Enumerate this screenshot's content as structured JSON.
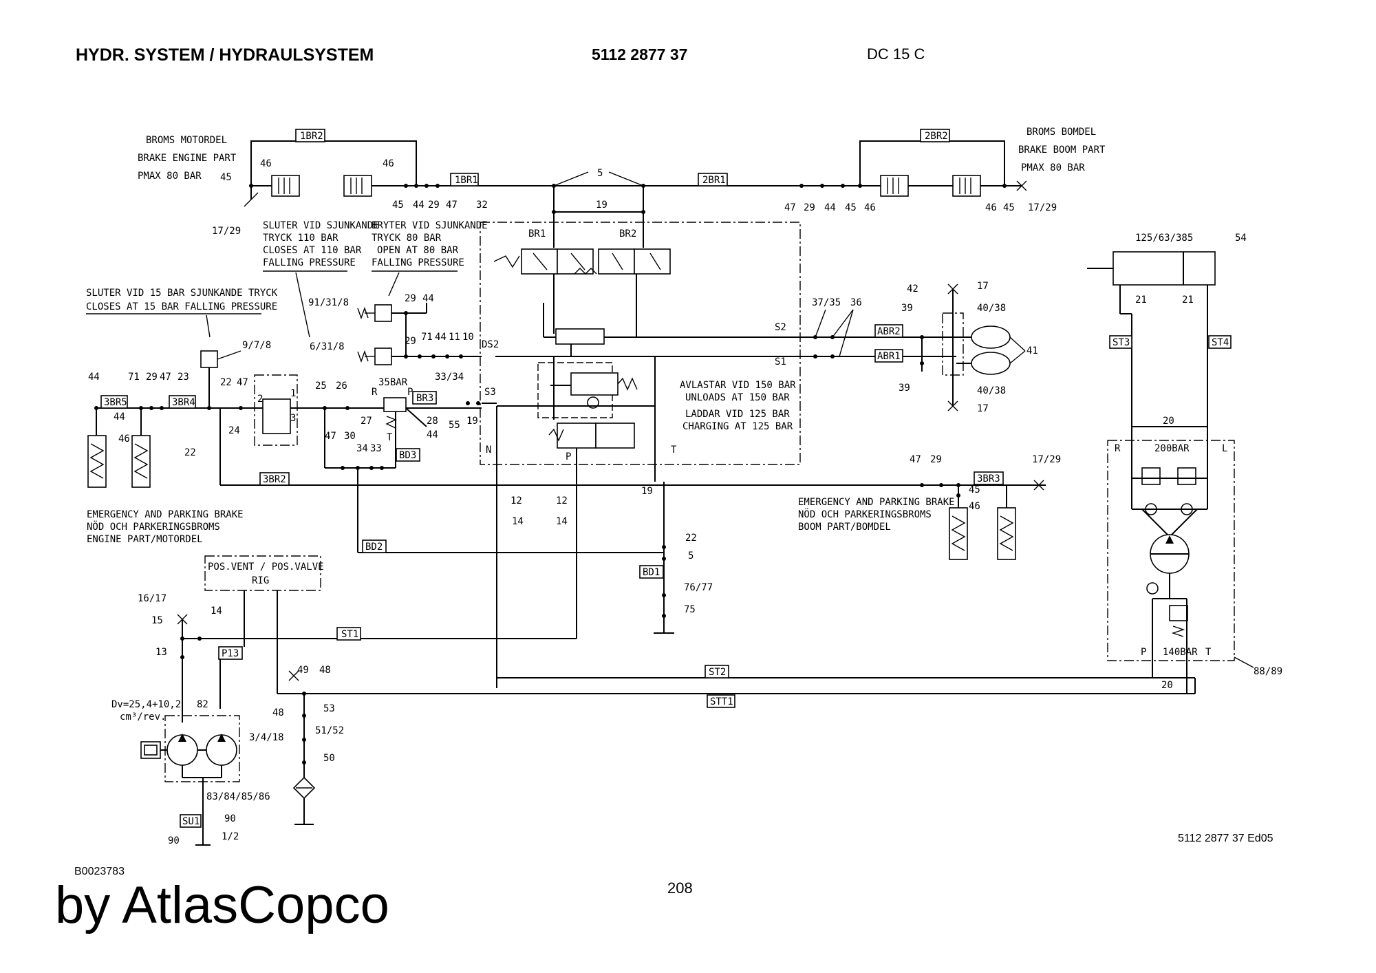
{
  "header": {
    "title": "HYDR. SYSTEM / HYDRAULSYSTEM",
    "part_number": "5112 2877 37",
    "model": "DC 15 C"
  },
  "footer": {
    "drawing_id": "B0023783",
    "brand": "by AtlasCopco",
    "page": "208",
    "edition": "5112 2877 37 Ed05"
  },
  "notes": {
    "brake_engine": [
      "BROMS MOTORDEL",
      "BRAKE ENGINE PART",
      "PMAX 80 BAR"
    ],
    "brake_boom": [
      "BROMS BOMDEL",
      "BRAKE BOOM PART",
      "PMAX 80 BAR"
    ],
    "switch_110": [
      "SLUTER VID SJUNKANDE",
      "TRYCK 110 BAR",
      "CLOSES AT 110 BAR",
      "FALLING PRESSURE"
    ],
    "switch_80": [
      "BRYTER VID SJUNKANDE",
      "TRYCK 80 BAR",
      "OPEN AT 80 BAR",
      "FALLING PRESSURE"
    ],
    "switch_15": [
      "SLUTER VID 15 BAR SJUNKANDE TRYCK",
      "CLOSES AT 15 BAR FALLING PRESSURE"
    ],
    "unload": [
      "AVLASTAR VID 150 BAR",
      "UNLOADS AT 150 BAR",
      "LADDAR VID 125 BAR",
      "CHARGING AT 125 BAR"
    ],
    "emergency_engine": [
      "EMERGENCY AND PARKING BRAKE",
      "NÖD OCH PARKERINGSBROMS",
      "ENGINE PART/MOTORDEL"
    ],
    "emergency_boom": [
      "EMERGENCY AND PARKING BRAKE",
      "NÖD OCH PARKERINGSBROMS",
      "BOOM PART/BOMDEL"
    ],
    "pos_valve": [
      "POS.VENT / POS.VALVE",
      "RIG"
    ],
    "pump": [
      "Dv=25,4+10,2",
      "cm³/rev."
    ]
  },
  "line_tags": {
    "t_1BR2": "1BR2",
    "t_1BR1": "1BR1",
    "t_2BR2": "2BR2",
    "t_2BR1": "2BR1",
    "t_3BR5": "3BR5",
    "t_3BR4": "3BR4",
    "t_BR3": "BR3",
    "t_BD3": "BD3",
    "t_3BR2": "3BR2",
    "t_BD2": "BD2",
    "t_BD1": "BD1",
    "t_ST1": "ST1",
    "t_P13": "P13",
    "t_SU1": "SU1",
    "t_ST2": "ST2",
    "t_STT1": "STT1",
    "t_ABR2": "ABR2",
    "t_ABR1": "ABR1",
    "t_3BR3": "3BR3",
    "t_ST3": "ST3",
    "t_ST4": "ST4"
  },
  "ports": {
    "br1": "BR1",
    "br2": "BR2",
    "s1": "S1",
    "s2": "S2",
    "s3": "S3",
    "ds2": "DS2",
    "n": "N",
    "p": "P",
    "t": "T",
    "r": "R",
    "l": "L",
    "p2": "P",
    "t2": "T",
    "r2": "R",
    "p3": "P",
    "t3": "T",
    "v1": "1",
    "v2": "2",
    "v3": "3"
  },
  "ratings": {
    "cyl": "125/63/385",
    "relief_200": "200BAR",
    "relief_140": "140BAR",
    "relief_35": "35BAR"
  },
  "callouts": {
    "c45a": "45",
    "c46a": "46",
    "c46b": "46",
    "c45b": "45",
    "c44a": "44",
    "c29a": "29",
    "c47a": "47",
    "c1729a": "17/29",
    "c5": "5",
    "c19a": "19",
    "c32": "32",
    "c47b": "47",
    "c29b": "29",
    "c44b": "44",
    "c45c": "45",
    "c46c": "46",
    "c46d": "46",
    "c45d": "45",
    "c1729b": "17/29",
    "c54": "54",
    "c21a": "21",
    "c21b": "21",
    "c91318": "91/31/8",
    "c29c": "29",
    "c44c": "44",
    "c6318": "6/31/8",
    "c29d": "29",
    "c71a": "71",
    "c44d": "44",
    "c11": "11",
    "c10": "10",
    "c3735": "37/35",
    "c36": "36",
    "c42": "42",
    "c17a": "17",
    "c39a": "39",
    "c4038a": "40/38",
    "c41": "41",
    "c39b": "39",
    "c4038b": "40/38",
    "c17b": "17",
    "c978": "9/7/8",
    "c44e": "44",
    "c71b": "71",
    "c29e": "29",
    "c47c": "47",
    "c23": "23",
    "c22a": "22",
    "c47d": "47",
    "c25": "25",
    "c26": "26",
    "c3334": "33/34",
    "c44f": "44",
    "c46e": "46",
    "c24": "24",
    "c27": "27",
    "c28": "28",
    "c44g": "44",
    "c55": "55",
    "c19b": "19",
    "c22b": "22",
    "c47e": "47",
    "c30": "30",
    "c34": "34",
    "c33": "33",
    "c12a": "12",
    "c12b": "12",
    "c14a": "14",
    "c14b": "14",
    "c19c": "19",
    "c22c": "22",
    "c5b": "5",
    "c7677": "76/77",
    "c75": "75",
    "c47f": "47",
    "c29f": "29",
    "c1729c": "17/29",
    "c45e": "45",
    "c46f": "46",
    "c20a": "20",
    "c1617": "16/17",
    "c15": "15",
    "c14c": "14",
    "c13": "13",
    "c49": "49",
    "c48a": "48",
    "c48b": "48",
    "c53": "53",
    "c5152": "51/52",
    "c50": "50",
    "c82": "82",
    "c3418": "3/4/18",
    "c83": "83/84/85/86",
    "c90a": "90",
    "c90b": "90",
    "c12": "1/2",
    "c20b": "20",
    "c8889": "88/89"
  }
}
